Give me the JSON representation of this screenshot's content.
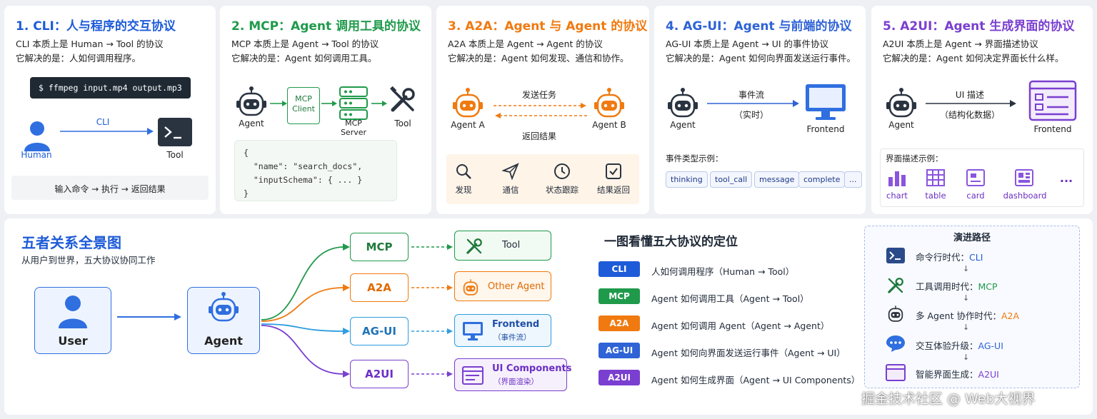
{
  "colors": {
    "blue": "#1d5bd8",
    "green": "#1f9a4b",
    "orange": "#f07a10",
    "navy": "#2f63d6",
    "purple": "#7a3fd0"
  },
  "p1": {
    "title": "1. CLI：人与程序的交互协议",
    "desc1": "CLI 本质上是 Human → Tool 的协议",
    "desc2": "它解决的是：人如何调用程序。",
    "terminal": "$ ffmpeg input.mp4 output.mp3",
    "human": "Human",
    "arrow": "CLI",
    "tool": "Tool",
    "flow": "输入命令 → 执行 → 返回结果"
  },
  "p2": {
    "title": "2. MCP：Agent 调用工具的协议",
    "desc1": "MCP 本质上是 Agent → Tool 的协议",
    "desc2": "它解决的是：Agent 如何调用工具。",
    "agent": "Agent",
    "client1": "MCP",
    "client2": "Client",
    "server1": "MCP",
    "server2": "Server",
    "tool": "Tool",
    "code": "{\n  \"name\": \"search_docs\",\n  \"inputSchema\": { ... }\n}"
  },
  "p3": {
    "title": "3. A2A：Agent 与 Agent 的协议",
    "desc1": "A2A 本质上是 Agent → Agent 的协议",
    "desc2": "它解决的是：Agent 如何发现、通信和协作。",
    "agentA": "Agent A",
    "agentB": "Agent B",
    "send": "发送任务",
    "ret": "返回结果",
    "icons": [
      "发现",
      "通信",
      "状态跟踪",
      "结果返回"
    ]
  },
  "p4": {
    "title": "4. AG-UI：Agent 与前端的协议",
    "desc1": "AG-UI 本质上是 Agent → UI 的事件协议",
    "desc2": "它解决的是：Agent 如何向界面发送运行事件。",
    "agent": "Agent",
    "flow1": "事件流",
    "flow2": "（实时）",
    "frontend": "Frontend",
    "ex": "事件类型示例：",
    "chips": [
      "thinking",
      "tool_call",
      "message",
      "complete",
      "..."
    ]
  },
  "p5": {
    "title": "5. A2UI：Agent 生成界面的协议",
    "desc1": "A2UI 本质上是 Agent → 界面描述协议",
    "desc2": "它解决的是：Agent 如何决定界面长什么样。",
    "agent": "Agent",
    "flow1": "UI 描述",
    "flow2": "（结构化数据）",
    "frontend": "Frontend",
    "ex": "界面描述示例：",
    "icons": [
      "chart",
      "table",
      "card",
      "dashboard",
      "···"
    ]
  },
  "overview": {
    "title": "五者关系全景图",
    "subtitle": "从用户到世界，五大协议协同工作",
    "user": "User",
    "agent": "Agent",
    "protos": [
      "MCP",
      "A2A",
      "AG-UI",
      "A2UI"
    ],
    "targets": [
      {
        "label": "Tool",
        "sub": ""
      },
      {
        "label": "Other Agent",
        "sub": ""
      },
      {
        "label": "Frontend",
        "sub": "（事件流）"
      },
      {
        "label": "UI Components",
        "sub": "（界面渲染）"
      }
    ]
  },
  "legend": {
    "title": "一图看懂五大协议的定位",
    "items": [
      {
        "pill": "CLI",
        "text": "人如何调用程序（Human → Tool）"
      },
      {
        "pill": "MCP",
        "text": "Agent 如何调用工具（Agent → Tool）"
      },
      {
        "pill": "A2A",
        "text": "Agent 如何调用 Agent（Agent → Agent）"
      },
      {
        "pill": "AG-UI",
        "text": "Agent 如何向界面发送运行事件（Agent → UI）"
      },
      {
        "pill": "A2UI",
        "text": "Agent 如何生成界面（Agent → UI Components）"
      }
    ]
  },
  "evolution": {
    "title": "演进路径",
    "items": [
      {
        "pre": "命令行时代：",
        "hl": "CLI"
      },
      {
        "pre": "工具调用时代：",
        "hl": "MCP"
      },
      {
        "pre": "多 Agent 协作时代：",
        "hl": "A2A"
      },
      {
        "pre": "交互体验升级：",
        "hl": "AG-UI"
      },
      {
        "pre": "智能界面生成：",
        "hl": "A2UI"
      }
    ]
  },
  "watermark": "掘金技术社区 @ Web大视界"
}
